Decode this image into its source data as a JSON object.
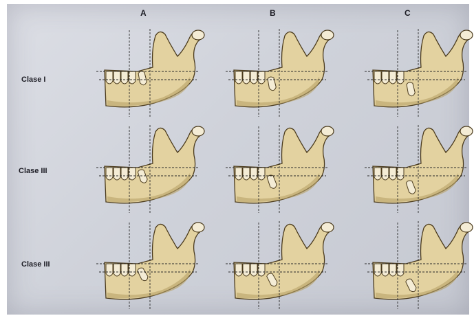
{
  "columns": [
    "A",
    "B",
    "C"
  ],
  "rows": [
    "Clase I",
    "Clase III",
    "Clase III"
  ],
  "colors": {
    "bone_fill": "#e3d2a0",
    "bone_stroke": "#4a3a1c",
    "bone_shade": "#b8a268",
    "tooth_fill": "#f4ecd5",
    "guide_line": "#2a2a2a"
  }
}
